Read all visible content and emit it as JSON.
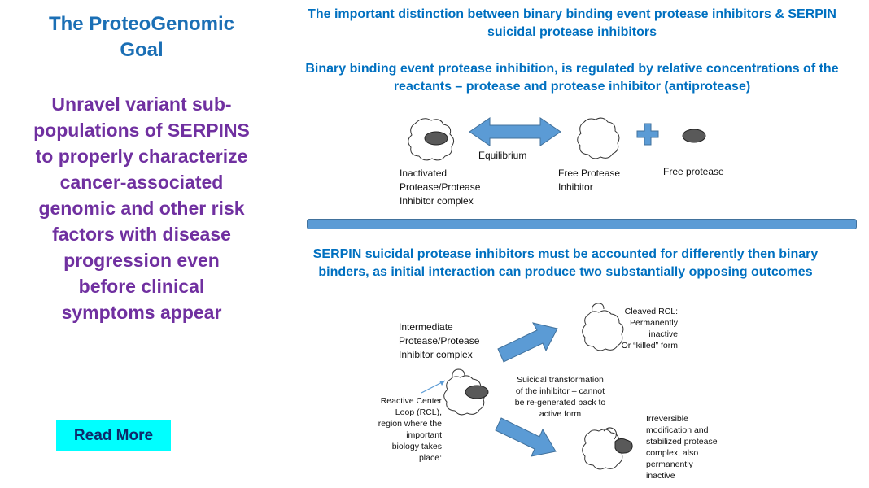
{
  "left": {
    "title": "The ProteoGenomic Goal",
    "body": "Unravel variant sub-populations of SERPINS to properly characterize cancer-associated genomic and other risk factors with disease progression even before clinical symptoms appear",
    "button_label": "Read More"
  },
  "header": {
    "line1": "The important distinction between binary binding event protease inhibitors & SERPIN",
    "line2": "suicidal protease inhibitors"
  },
  "binary": {
    "heading_line1": "Binary binding event protease inhibition, is regulated by relative concentrations of the",
    "heading_line2": "reactants – protease and protease inhibitor (antiprotease)",
    "equilibrium": "Equilibrium",
    "complex_label": [
      "Inactivated",
      "Protease/Protease",
      "Inhibitor complex"
    ],
    "free_inhibitor_label": [
      "Free Protease",
      "Inhibitor"
    ],
    "free_protease_label": "Free protease"
  },
  "serpin": {
    "heading_line1": "SERPIN suicidal protease inhibitors must be accounted for differently then binary",
    "heading_line2": "binders, as initial interaction can produce two substantially opposing outcomes",
    "intermediate_label": [
      "Intermediate",
      "Protease/Protease",
      "Inhibitor complex"
    ],
    "rcl_label": [
      "Reactive Center",
      "Loop (RCL),",
      "region where the",
      "important",
      "biology takes",
      "place:"
    ],
    "cleaved_label": [
      "Cleaved RCL:",
      "Permanently",
      "inactive",
      "Or “killed” form"
    ],
    "suicidal_label": [
      "Suicidal transformation",
      "of the inhibitor – cannot",
      "be re-generated back to",
      "active form"
    ],
    "irreversible_label": [
      "Irreversible",
      "modification and",
      "stabilized protease",
      "complex, also",
      "permanently",
      "inactive"
    ]
  },
  "colors": {
    "accent_blue": "#0070c0",
    "title_blue": "#1b6fb5",
    "purple": "#7030a0",
    "button_cyan": "#00ffff",
    "arrow_blue": "#5b9bd5",
    "protease_gray": "#595959"
  }
}
